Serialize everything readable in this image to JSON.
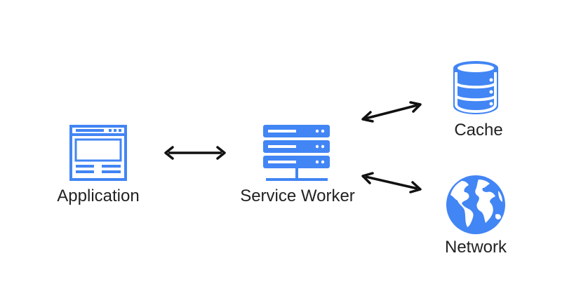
{
  "diagram": {
    "nodes": {
      "application": {
        "label": "Application",
        "icon": "browser-window-icon"
      },
      "service_worker": {
        "label": "Service Worker",
        "icon": "server-rack-icon"
      },
      "cache": {
        "label": "Cache",
        "icon": "database-icon"
      },
      "network": {
        "label": "Network",
        "icon": "globe-icon"
      }
    },
    "edges": [
      {
        "from": "Application",
        "to": "Service Worker",
        "direction": "bidirectional"
      },
      {
        "from": "Service Worker",
        "to": "Cache",
        "direction": "bidirectional"
      },
      {
        "from": "Service Worker",
        "to": "Network",
        "direction": "bidirectional"
      }
    ],
    "colors": {
      "icon": "#4285F4",
      "arrow": "#111111",
      "text": "#222222",
      "background": "#ffffff"
    }
  }
}
